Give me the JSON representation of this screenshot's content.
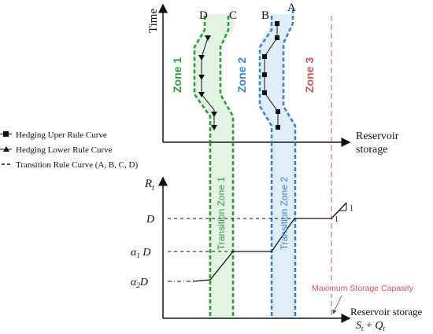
{
  "top_chart": {
    "ylabel": "Time",
    "xlabel_line1": "Reservoir",
    "xlabel_line2": "storage",
    "curve_labels": {
      "D": "D",
      "C": "C",
      "B": "B",
      "A": "A"
    },
    "zones": {
      "zone1": "Zone 1",
      "zone2": "Zone 2",
      "zone3": "Zone 3"
    }
  },
  "legend": {
    "items": [
      {
        "label": "Hedging Uper Rule Curve",
        "marker": "square"
      },
      {
        "label": "Hedging Lower Rule Curve",
        "marker": "triangle"
      },
      {
        "label": "Transition Rule Curve (A, B, C, D)",
        "marker": "dash"
      }
    ]
  },
  "bottom_chart": {
    "ylabel_main": "R",
    "ylabel_sub": "t",
    "y_ticks": {
      "d": "D",
      "a1d_alpha": "α",
      "a1d_sub": "1",
      "a1d_d": " D",
      "a2d_alpha": "α",
      "a2d_sub": "2",
      "a2d_d": "D"
    },
    "transition_zone1": "Transition Zone 1",
    "transition_zone2": "Transition Zone 2",
    "slope_h": "1",
    "slope_v": "1",
    "max_storage_label": "Maximum Storage Capasity",
    "xlabel_line1": "Reservoir storage",
    "xlabel_s": "S",
    "xlabel_s_sub": "t",
    "xlabel_plus": " + ",
    "xlabel_q": "Q",
    "xlabel_q_sub": "t"
  },
  "colors": {
    "green": "#2e9a3a",
    "green_band": "#e3f4e3",
    "blue": "#3a7fd8",
    "blue_band": "#e0eefa",
    "red": "#d05555",
    "axis": "#111111"
  }
}
